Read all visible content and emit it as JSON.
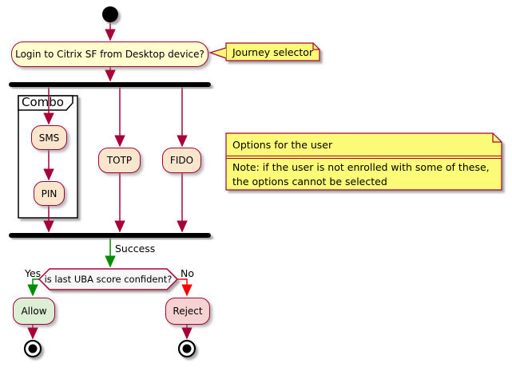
{
  "diagram": {
    "nodes": {
      "login": "Login to Citrix SF from Desktop device?",
      "sms": "SMS",
      "pin": "PIN",
      "totp": "TOTP",
      "fido": "FIDO",
      "decision": "is last UBA score confident?",
      "allow": "Allow",
      "reject": "Reject"
    },
    "partition": {
      "title": "Combo"
    },
    "edge_labels": {
      "success": "Success",
      "yes": "Yes",
      "no": "No"
    },
    "notes": {
      "journey": {
        "text": "Journey selector"
      },
      "options": {
        "title": "Options for the user",
        "line1": "Note: if the user is not enrolled with some of these,",
        "line2": "the options cannot be selected"
      }
    },
    "colors": {
      "border": "#A80036",
      "activity_yellow": "#FEFECE",
      "option_peach": "#FAE5CD",
      "allow_green": "#DCEED4",
      "reject_pink": "#F6D2D2",
      "note_yellow": "#FBFB77",
      "arrow_crimson": "#A80036",
      "arrow_green": "#008D00",
      "arrow_red": "#FF0000",
      "bar_black": "#000000"
    }
  }
}
